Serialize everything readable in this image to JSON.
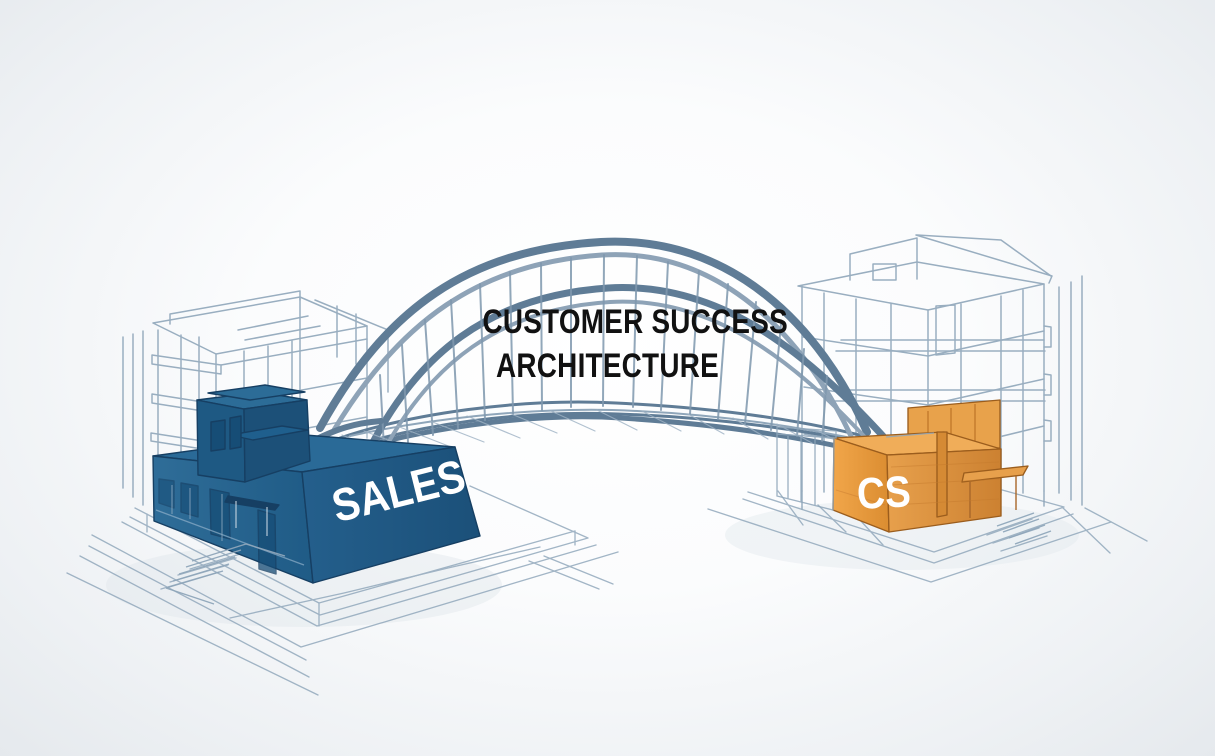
{
  "title": {
    "line1": "CUSTOMER SUCCESS",
    "line2": "ARCHITECTURE"
  },
  "buildings": {
    "sales": {
      "label": "SALES",
      "color": "#1f5f8d"
    },
    "cs": {
      "label": "CS",
      "color": "#e49a3f"
    }
  },
  "sketch": {
    "line_color": "#8fa6ba",
    "dark_line_color": "#5f7c96"
  }
}
